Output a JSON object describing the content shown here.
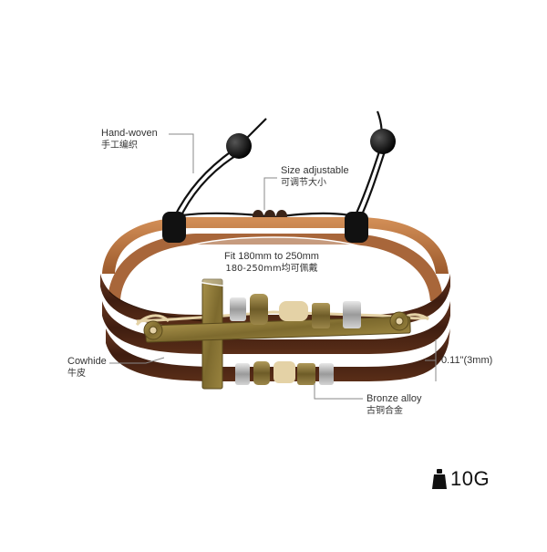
{
  "annotations": {
    "hand_woven": {
      "en": "Hand-woven",
      "zh": "手工编织"
    },
    "size_adjustable": {
      "en": "Size adjustable",
      "zh": "可调节大小"
    },
    "fit": {
      "en": "Fit 180mm to 250mm",
      "zh": "180-250mm均可佩戴"
    },
    "cowhide": {
      "en": "Cowhide",
      "zh": "牛皮"
    },
    "thickness": {
      "en": "0.11\"(3mm)"
    },
    "bronze_alloy": {
      "en": "Bronze alloy",
      "zh": "古铜合金"
    }
  },
  "weight": {
    "icon": "weight-icon",
    "value": "10G"
  },
  "colors": {
    "leather_dark": "#4a2414",
    "leather_light": "#b7703c",
    "bronze": "#8a7434",
    "cord": "#111111",
    "hemp": "#e4d2a6"
  }
}
